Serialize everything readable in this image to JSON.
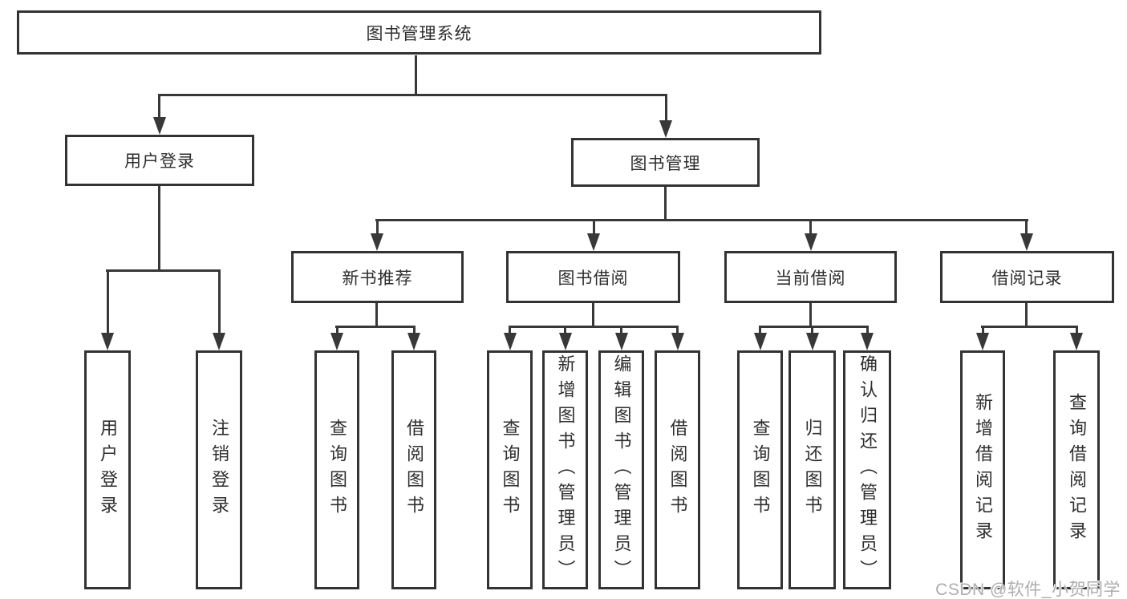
{
  "diagram": {
    "type": "hierarchy",
    "colors": {
      "line": "#383838",
      "box_border": "#333333",
      "text": "#2e2e2e",
      "background": "#ffffff",
      "watermark": "#adadad"
    },
    "nodes": {
      "root": {
        "label": "图书管理系统"
      },
      "level1": [
        {
          "id": "user-login",
          "label": "用户登录",
          "parent": "root"
        },
        {
          "id": "book-management",
          "label": "图书管理",
          "parent": "root"
        }
      ],
      "level2": [
        {
          "id": "new-book-recommend",
          "label": "新书推荐",
          "parent": "book-management"
        },
        {
          "id": "book-borrowing",
          "label": "图书借阅",
          "parent": "book-management"
        },
        {
          "id": "current-borrowing",
          "label": "当前借阅",
          "parent": "book-management"
        },
        {
          "id": "borrowing-records",
          "label": "借阅记录",
          "parent": "book-management"
        }
      ],
      "leaves": [
        {
          "id": "leaf-user-login",
          "label": "用户登录",
          "parent": "user-login"
        },
        {
          "id": "leaf-logout",
          "label": "注销登录",
          "parent": "user-login"
        },
        {
          "id": "leaf-query-books-recommend",
          "label": "查询图书",
          "parent": "new-book-recommend"
        },
        {
          "id": "leaf-borrow-books-recommend",
          "label": "借阅图书",
          "parent": "new-book-recommend"
        },
        {
          "id": "leaf-query-books-borrowing",
          "label": "查询图书",
          "parent": "book-borrowing"
        },
        {
          "id": "leaf-add-books-admin",
          "label": "新增图书（管理员）",
          "parent": "book-borrowing"
        },
        {
          "id": "leaf-edit-books-admin",
          "label": "编辑图书（管理员）",
          "parent": "book-borrowing"
        },
        {
          "id": "leaf-borrow-books-borrowing",
          "label": "借阅图书",
          "parent": "book-borrowing"
        },
        {
          "id": "leaf-query-books-current",
          "label": "查询图书",
          "parent": "current-borrowing"
        },
        {
          "id": "leaf-return-books",
          "label": "归还图书",
          "parent": "current-borrowing"
        },
        {
          "id": "leaf-confirm-return-admin",
          "label": "确认归还（管理员）",
          "parent": "current-borrowing"
        },
        {
          "id": "leaf-add-borrow-record",
          "label": "新增借阅记录",
          "parent": "borrowing-records"
        },
        {
          "id": "leaf-query-borrow-record",
          "label": "查询借阅记录",
          "parent": "borrowing-records"
        }
      ]
    },
    "watermark": {
      "text": "CSDN @软件_小贺同学"
    }
  }
}
